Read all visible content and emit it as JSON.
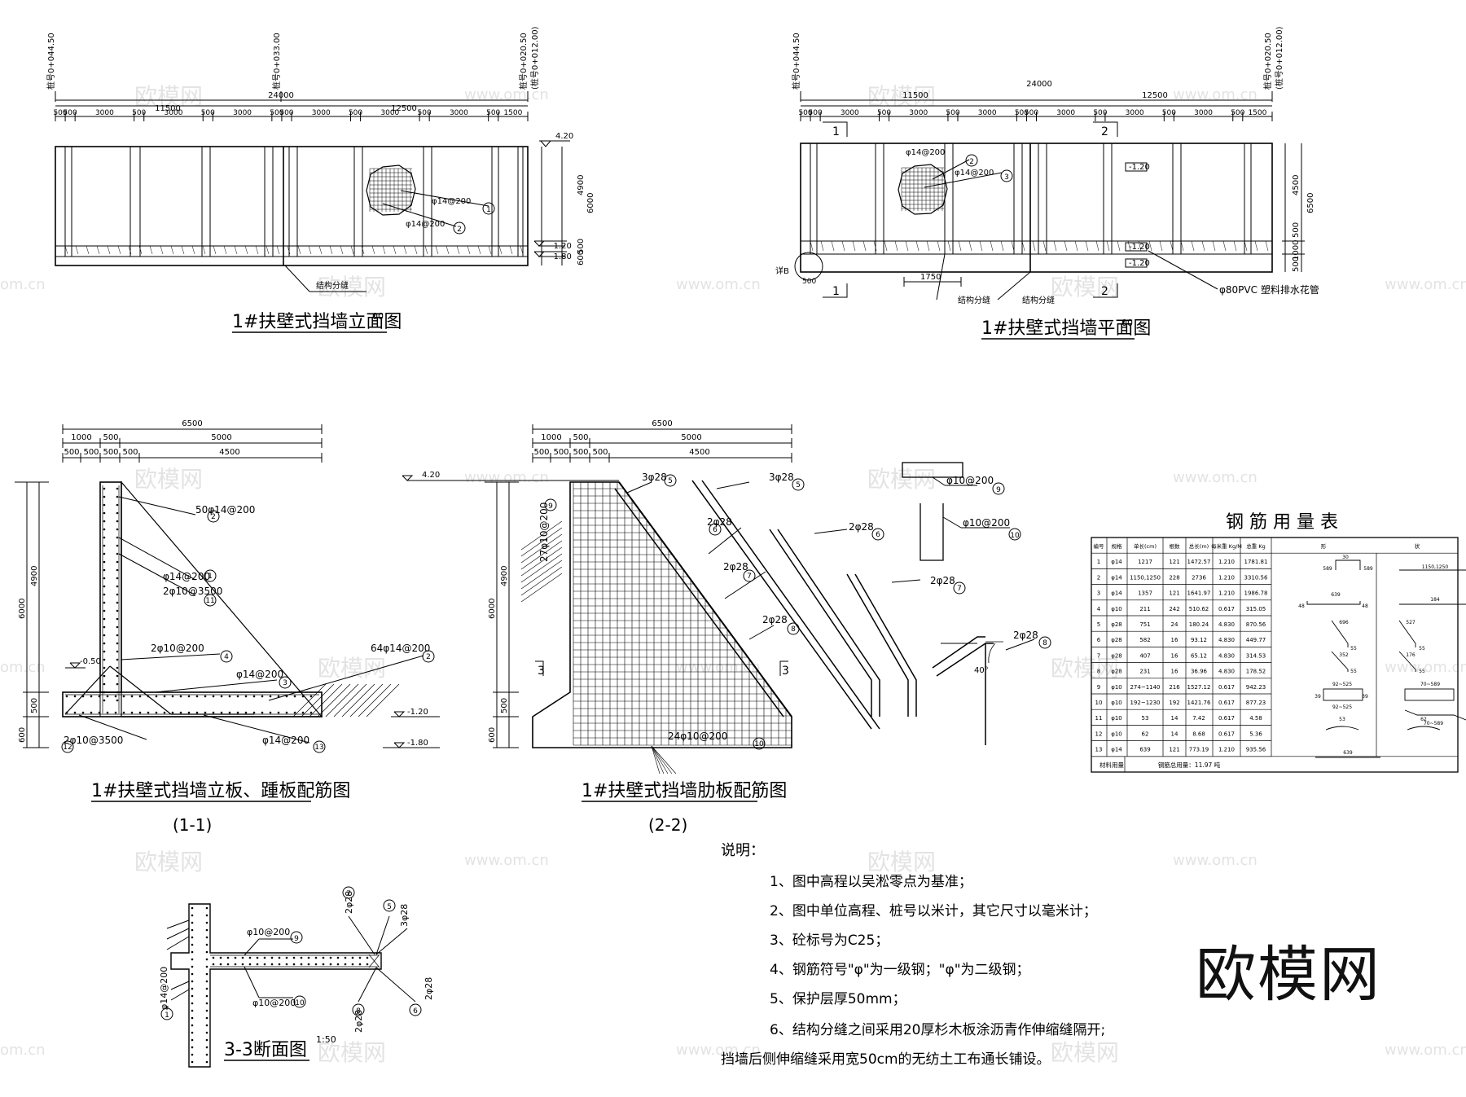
{
  "drawings": {
    "elevation": {
      "title": "1#扶壁式挡墙立面图",
      "title_sup": "00",
      "chain_top": [
        {
          "text": "桩号0+044.50"
        },
        {
          "text": "桩号0+033.00"
        },
        {
          "text": "桩号0+020.50"
        },
        {
          "text": "(桩号0+012.00)"
        }
      ],
      "dims_total": "24000",
      "dims_mid": [
        "11500",
        "12500"
      ],
      "dims_fine": [
        "500",
        "500",
        "3000",
        "500",
        "3000",
        "500",
        "3000",
        "500",
        "500",
        "3000",
        "500",
        "3000",
        "500",
        "3000",
        "500",
        "1500"
      ],
      "level_top": "4.20",
      "level_low1": "-1.20",
      "level_low2": "-1.80",
      "side_dims": [
        "4900",
        "6000",
        "500",
        "600"
      ],
      "callouts": [
        "φ14@200",
        "φ14@200"
      ],
      "callout_nums": [
        "1",
        "2"
      ],
      "joint": "结构分缝"
    },
    "plan": {
      "title": "1#扶壁式挡墙平面图",
      "title_sup": "00",
      "chain_top": [
        {
          "text": "桩号0+044.50"
        },
        {
          "text": "桩号0+020.50"
        },
        {
          "text": "(桩号0+012.00)"
        }
      ],
      "dims_total": "24000",
      "dims_mid": [
        "11500",
        "12500"
      ],
      "dims_fine": [
        "500",
        "500",
        "3000",
        "500",
        "3000",
        "500",
        "3000",
        "500",
        "500",
        "3000",
        "500",
        "3000",
        "500",
        "3000",
        "500",
        "1500"
      ],
      "sec1": "1",
      "sec2": "2",
      "callouts": [
        "φ14@200",
        "φ14@200"
      ],
      "callout_nums": [
        "2",
        "3"
      ],
      "levels": [
        "-1.20",
        "-1.20",
        "-1.20"
      ],
      "side_dims": [
        "4500",
        "6500",
        "500",
        "1000",
        "500"
      ],
      "dim_1750": "1750",
      "detail": "详B",
      "detail_dim": "500",
      "joint1": "结构分缝",
      "joint2": "结构分缝",
      "pipe": "φ80PVC 塑料排水花管"
    },
    "section11": {
      "title": "1#扶壁式挡墙立板、踵板配筋图",
      "subtitle": "(1-1)",
      "dims_total": "6500",
      "dims_mid": [
        "1000",
        "500",
        "5000"
      ],
      "dims_fine": [
        "500",
        "500",
        "500",
        "500",
        "4500"
      ],
      "side_dims": [
        "6000",
        "4900",
        "500",
        "600"
      ],
      "level_top": "4.20",
      "level_small": "-0.50",
      "level_low1": "-1.20",
      "level_low2": "-1.80",
      "callouts": [
        {
          "text": "50φ14@200",
          "num": "2"
        },
        {
          "text": "φ14@200",
          "num": "1"
        },
        {
          "text": "2φ10@3500",
          "num": "11"
        },
        {
          "text": "2φ10@200",
          "num": "4"
        },
        {
          "text": "φ14@200",
          "num": "3"
        },
        {
          "text": "64φ14@200",
          "num": "2"
        },
        {
          "text": "2φ10@3500",
          "num": "12"
        },
        {
          "text": "φ14@200",
          "num": "13"
        }
      ]
    },
    "section22": {
      "title": "1#扶壁式挡墙肋板配筋图",
      "subtitle": "(2-2)",
      "dims_total": "6500",
      "dims_mid": [
        "1000",
        "500",
        "5000"
      ],
      "dims_fine": [
        "500",
        "500",
        "500",
        "500",
        "4500"
      ],
      "side_dims": [
        "6000",
        "4900",
        "500",
        "600"
      ],
      "sec_mark": "3",
      "vert_callout": "27φ10@200",
      "vert_num": "9",
      "callouts": [
        {
          "text": "3φ28",
          "num": "5"
        },
        {
          "text": "2φ28",
          "num": "6"
        },
        {
          "text": "2φ28",
          "num": "7"
        },
        {
          "text": "2φ28",
          "num": "8"
        },
        {
          "text": "24φ10@200",
          "num": "10"
        }
      ],
      "bars": [
        {
          "text": "3φ28",
          "num": "5"
        },
        {
          "text": "2φ28",
          "num": "6"
        },
        {
          "text": "2φ28",
          "num": "7"
        },
        {
          "text": "2φ28",
          "num": "8"
        }
      ],
      "angle": "40°",
      "stirrups": [
        {
          "text": "φ10@200",
          "num": "9"
        },
        {
          "text": "φ10@200",
          "num": "10"
        }
      ]
    },
    "section33": {
      "title": "3-3断面图",
      "scale": "1:50",
      "callouts": [
        {
          "text": "φ10@200",
          "num": "9"
        },
        {
          "text": "φ10@200",
          "num": "10"
        },
        {
          "text": "φ14@200",
          "num": "1"
        },
        {
          "text": "2φ28",
          "num": "7"
        },
        {
          "text": "3φ28",
          "num": "5"
        },
        {
          "text": "2φ28",
          "num": "8"
        },
        {
          "text": "2φ28",
          "num": "6"
        }
      ]
    }
  },
  "rebar_table": {
    "title": "钢 筋 用 量 表",
    "headers": [
      "编号",
      "规格",
      "单长(cm)",
      "根数",
      "总长(m)",
      "每米重 Kg/M",
      "总重 Kg",
      "形",
      "状"
    ],
    "rows": [
      [
        "1",
        "φ14",
        "1217",
        "121",
        "1472.57",
        "1.210",
        "1781.81"
      ],
      [
        "2",
        "φ14",
        "1150,1250",
        "228",
        "2736",
        "1.210",
        "3310.56"
      ],
      [
        "3",
        "φ14",
        "1357",
        "121",
        "1641.97",
        "1.210",
        "1986.78"
      ],
      [
        "4",
        "φ10",
        "211",
        "242",
        "510.62",
        "0.617",
        "315.05"
      ],
      [
        "5",
        "φ28",
        "751",
        "24",
        "180.24",
        "4.830",
        "870.56"
      ],
      [
        "6",
        "φ28",
        "582",
        "16",
        "93.12",
        "4.830",
        "449.77"
      ],
      [
        "7",
        "φ28",
        "407",
        "16",
        "65.12",
        "4.830",
        "314.53"
      ],
      [
        "8",
        "φ28",
        "231",
        "16",
        "36.96",
        "4.830",
        "178.52"
      ],
      [
        "9",
        "φ10",
        "274~1140",
        "216",
        "1527.12",
        "0.617",
        "942.23"
      ],
      [
        "10",
        "φ10",
        "192~1230",
        "192",
        "1421.76",
        "0.617",
        "877.23"
      ],
      [
        "11",
        "φ10",
        "53",
        "14",
        "7.42",
        "0.617",
        "4.58"
      ],
      [
        "12",
        "φ10",
        "62",
        "14",
        "8.68",
        "0.617",
        "5.36"
      ],
      [
        "13",
        "φ14",
        "639",
        "121",
        "773.19",
        "1.210",
        "935.56"
      ]
    ],
    "footer_label": "材料用量",
    "footer_total": "钢筋总用量：11.97 吨",
    "shape_labels": {
      "r1a": "30",
      "r1b": "589",
      "r1c": "589",
      "r1d": "1150,1250",
      "r3a": "639",
      "r3b": "48",
      "r3c": "48",
      "r3d": "184",
      "r5a": "696",
      "r5b": "55",
      "r5c": "527",
      "r5d": "55",
      "r7a": "352",
      "r7b": "55",
      "r7c": "176",
      "r7d": "55",
      "r9a": "92~525",
      "r9b": "39",
      "r9c": "39",
      "r9d": "92~525",
      "r9e": "70~589",
      "r9f": "70~589",
      "r11a": "53",
      "r11b": "62",
      "r13a": "639"
    }
  },
  "notes": {
    "heading": "说明：",
    "items": [
      "1、图中高程以吴淞零点为基准；",
      "2、图中单位高程、桩号以米计，其它尺寸以毫米计；",
      "3、砼标号为C25；",
      "4、钢筋符号\"φ\"为一级钢；\"φ\"为二级钢；",
      "5、保护层厚50mm；",
      "6、结构分缝之间采用20厚杉木板涂沥青作伸缩缝隔开;",
      "挡墙后侧伸缩缝采用宽50cm的无纺土工布通长铺设。"
    ]
  },
  "watermark": {
    "logo": "欧模网",
    "site": "www.om.cn",
    "site_short": "om.cn"
  }
}
